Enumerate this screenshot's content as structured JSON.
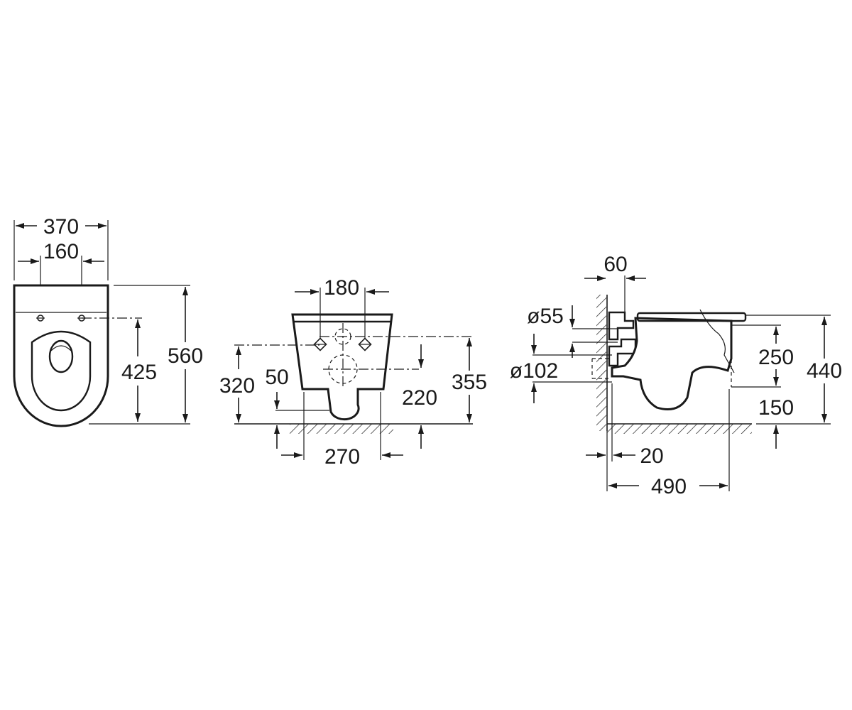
{
  "colors": {
    "ink": "#1a1a1a",
    "background": "#ffffff"
  },
  "top_view": {
    "width": "370",
    "fixing_spacing": "160",
    "fixing_to_front": "425",
    "length": "560"
  },
  "rear_view": {
    "fixing_spacing": "180",
    "outlet_height": "320",
    "outlet_offset": "50",
    "inlet_to_outlet": "220",
    "fixing_height": "355",
    "base_width": "270"
  },
  "side_view": {
    "wall_offset": "60",
    "inlet_diameter": "ø55",
    "outlet_diameter": "ø102",
    "inlet_height": "250",
    "total_height": "440",
    "rim_clearance": "150",
    "wall_gap": "20",
    "projection": "490"
  }
}
